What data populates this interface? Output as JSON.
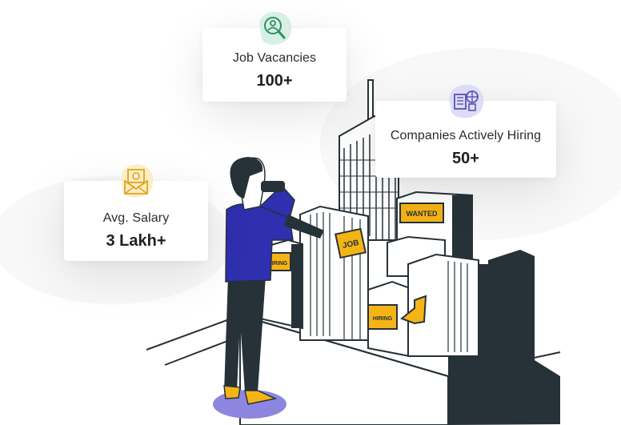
{
  "stats": [
    {
      "id": "vacancies",
      "label": "Job Vacancies",
      "value": "100+",
      "icon": "job-search-icon",
      "accent": "#d7efe4",
      "icon_color": "#2f8f63"
    },
    {
      "id": "companies",
      "label": "Companies Actively Hiring",
      "value": "50+",
      "icon": "company-building-icon",
      "accent": "#dedcf7",
      "icon_color": "#5a52b5"
    },
    {
      "id": "salary",
      "label": "Avg. Salary",
      "value": "3 Lakh+",
      "icon": "salary-envelope-icon",
      "accent": "#fbedc7",
      "icon_color": "#e0a41e"
    }
  ],
  "illustration": {
    "signs": {
      "wanted": "WANTED",
      "job": "JOB",
      "hiring_left": "HIRING",
      "hiring_right": "HIRING"
    },
    "colors": {
      "ink": "#263238",
      "jacket": "#2f2fb0",
      "sign_yellow": "#f5b415",
      "shadow_purple": "#8d86e0",
      "shoe": "#f5b415"
    }
  }
}
